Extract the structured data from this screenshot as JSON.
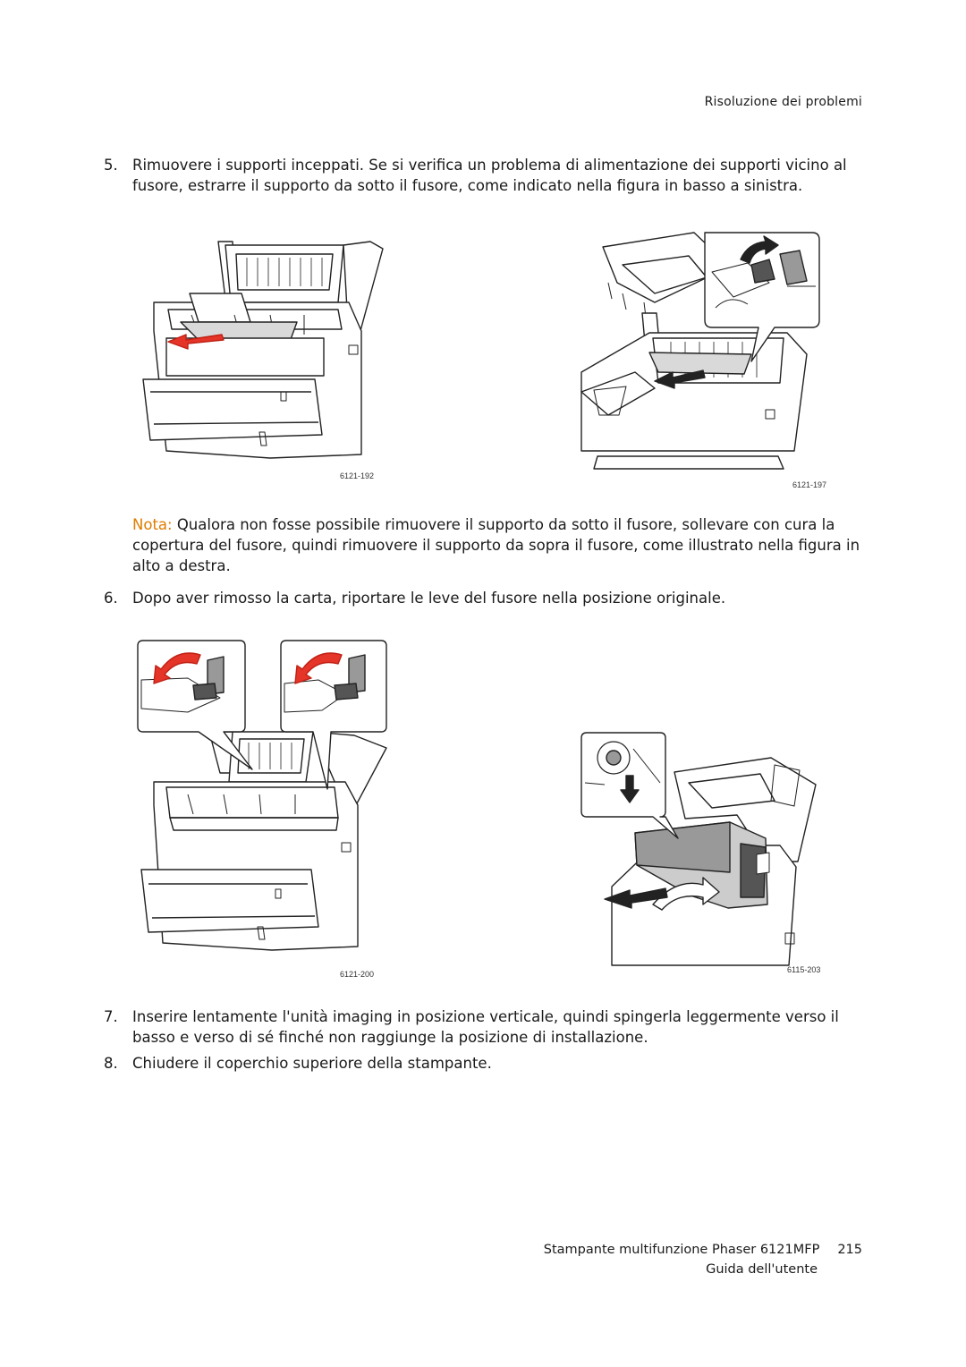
{
  "header": {
    "section": "Risoluzione dei problemi"
  },
  "steps": [
    {
      "number": "5.",
      "text": "Rimuovere i supporti inceppati. Se si verifica un problema di alimentazione dei supporti vicino al fusore, estrarre il supporto da sotto il fusore, come indicato nella figura in basso a sinistra."
    },
    {
      "number": "6.",
      "text": "Dopo aver rimosso la carta, riportare le leve del fusore nella posizione originale."
    },
    {
      "number": "7.",
      "text": "Inserire lentamente l'unità imaging in posizione verticale, quindi spingerla leggermente verso il basso e verso di sé finché non raggiunge la posizione di installazione."
    },
    {
      "number": "8.",
      "text": "Chiudere il coperchio superiore della stampante."
    }
  ],
  "note": {
    "label": "Nota:",
    "text": " Qualora non fosse possibile rimuovere il supporto da sotto il fusore, sollevare con cura la copertura del fusore, quindi rimuovere il supporto da sopra il fusore, come illustrato nella figura in alto a destra."
  },
  "figures": [
    {
      "id": "6121-192"
    },
    {
      "id": "6121-197"
    },
    {
      "id": "6121-200"
    },
    {
      "id": "6115-203"
    }
  ],
  "footer": {
    "product": "Stampante multifunzione Phaser 6121MFP",
    "page": "215",
    "guide": "Guida dell'utente"
  }
}
